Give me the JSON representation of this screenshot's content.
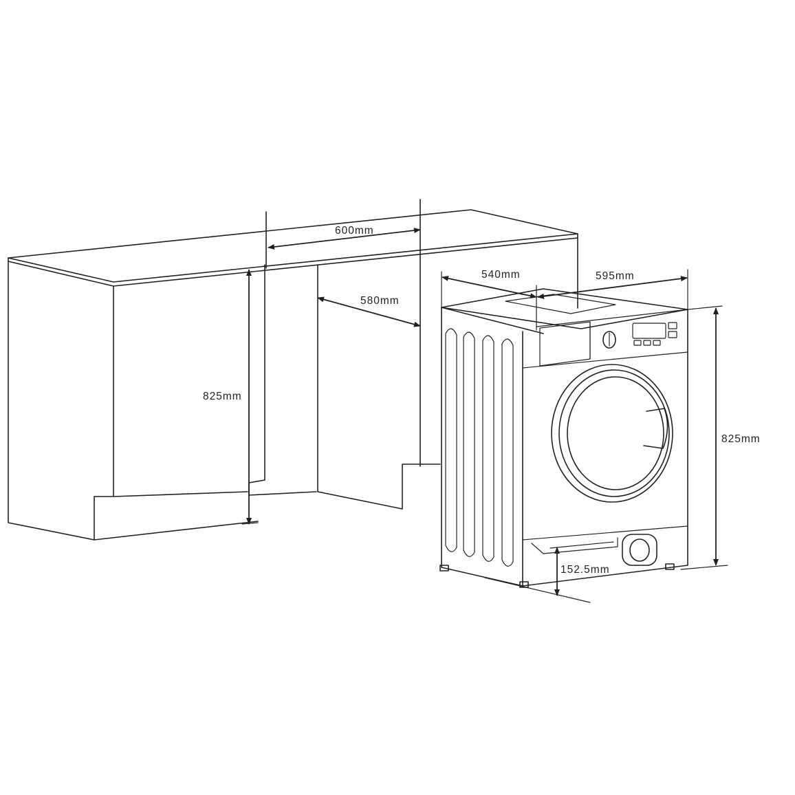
{
  "dimensions": {
    "cabinet_width": "600mm",
    "cabinet_depth": "580mm",
    "cabinet_height": "825mm",
    "machine_depth": "540mm",
    "machine_width": "595mm",
    "machine_height": "825mm",
    "plinth_height": "152.5mm"
  },
  "colors": {
    "line": "#231f20",
    "background": "#ffffff"
  }
}
